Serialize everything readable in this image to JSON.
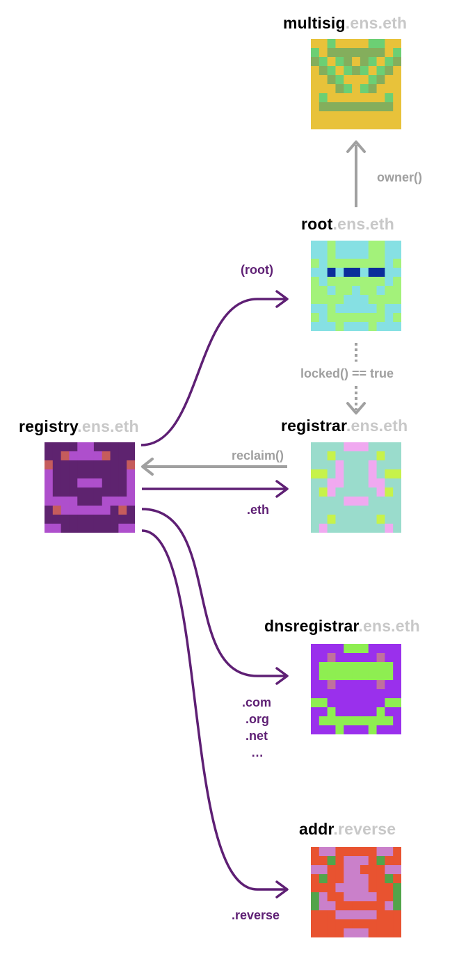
{
  "nodes": {
    "multisig": {
      "name": "multisig",
      "suffix": ".ens.eth"
    },
    "root": {
      "name": "root",
      "suffix": ".ens.eth"
    },
    "registry": {
      "name": "registry",
      "suffix": ".ens.eth"
    },
    "registrar": {
      "name": "registrar",
      "suffix": ".ens.eth"
    },
    "dnsregistrar": {
      "name": "dnsregistrar",
      "suffix": ".ens.eth"
    },
    "addr": {
      "name": "addr",
      "suffix": ".reverse"
    }
  },
  "edges": {
    "owner": "owner()",
    "locked": "locked() == true",
    "root": "(root)",
    "reclaim": "reclaim()",
    "eth": ".eth",
    "dns_com": ".com",
    "dns_org": ".org",
    "dns_net": ".net",
    "dns_more": "…",
    "reverse": ".reverse"
  },
  "colors": {
    "edge_purple": "#5e1f74",
    "edge_gray": "#a0a0a0",
    "suffix_gray": "#c8c8c8"
  },
  "avatars": {
    "multisig": {
      "colors": [
        "#e8c23a",
        "#6ccf74",
        "#84ae5c"
      ],
      "grid": [
        "00100001100",
        "10222222201",
        "21012021012",
        "02101210120",
        "00210001200",
        "00021012000",
        "01000000010",
        "02222222220",
        "00000000000",
        "00000000000"
      ]
    },
    "root": {
      "colors": [
        "#86e0e3",
        "#a3f27a",
        "#0b2d9a"
      ],
      "grid": [
        "00100001100",
        "00100001100",
        "10111111101",
        "00202202200",
        "10111111101",
        "11011011011",
        "11110001111",
        "00100000100",
        "10111111101",
        "00010001000"
      ]
    },
    "registry": {
      "colors": [
        "#5e236f",
        "#ae4fcc",
        "#c65c5c"
      ],
      "grid": [
        "00001100000",
        "00211112000",
        "20000000002",
        "10000000001",
        "10001110001",
        "10000000001",
        "11110001111",
        "02111111020",
        "00000000000",
        "11000000011"
      ]
    },
    "registrar": {
      "colors": [
        "#9adccc",
        "#f0a9f0",
        "#c7f24a"
      ],
      "grid": [
        "00001110000",
        "00200000200",
        "00010001000",
        "22010001022",
        "00110001100",
        "02100000120",
        "00001110000",
        "00000000000",
        "00200000200",
        "01000000010"
      ]
    },
    "dnsregistrar": {
      "colors": [
        "#9a30ec",
        "#8eee51",
        "#c0719d"
      ],
      "grid": [
        "00001110000",
        "00200000200",
        "01111111110",
        "01111111110",
        "00200000200",
        "00000000000",
        "11000000011",
        "00100000100",
        "01111111110",
        "00010001000"
      ]
    },
    "addr": {
      "colors": [
        "#e85330",
        "#ca80ca",
        "#52a44a"
      ],
      "grid": [
        "01100000110",
        "00201110200",
        "11001100011",
        "02001110020",
        "00011110002",
        "21001111002",
        "21100000012",
        "00011111000",
        "00000000000",
        "00001110000"
      ]
    }
  }
}
